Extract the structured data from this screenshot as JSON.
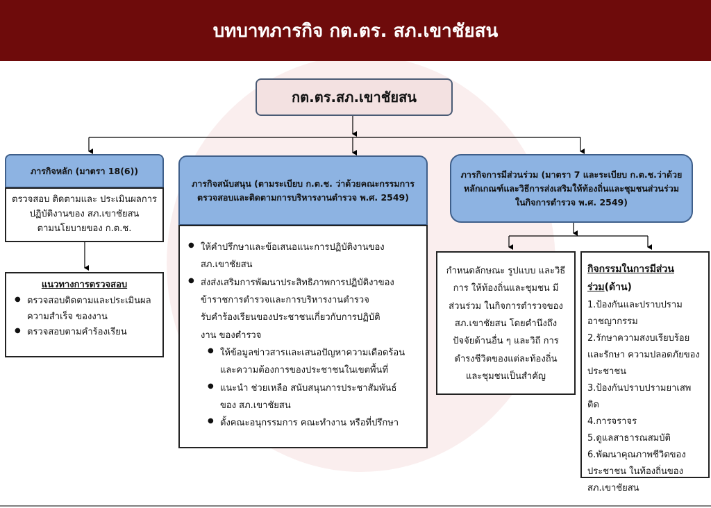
{
  "header": {
    "title": "บทบาทภารกิจ กต.ตร. สภ.เขาชัยสน"
  },
  "root": {
    "label": "กต.ตร.สภ.เขาชัยสน"
  },
  "main_mission": {
    "title": "ภารกิจหลัก (มาตรา 18(6))",
    "body": [
      "ตรวจสอบ ติดตามและ ประเมินผลการ",
      "ปฏิบัติงานของ สภ.เขาชัยสน",
      "ตามนโยบายของ ก.ต.ช."
    ],
    "guide": {
      "title": "แนวทางการตรวจสอบ",
      "items": [
        "ตรวจสอบติดตามและประเมินผล ความสำเร็จ ของงาน",
        "ตรวจสอบตามคำร้องเรียน"
      ]
    }
  },
  "support_mission": {
    "title": "ภารกิจสนับสนุน (ตามระเบียบ ก.ต.ช. ว่าด้วยคณะกรรมการตรวจสอบและติดตามการบริหารงานตำรวจ พ.ศ. 2549)",
    "items": [
      "ให้คำปรึกษาและข้อเสนอแนะการปฏิบัติงานของ สภ.เขาชัยสน",
      "ส่งส่งเสริมการพัฒนาประสิทธิภาพการปฏิบัติงาของข้าราชการตำรวจและการบริหารงานตำรวจ"
    ],
    "note": "รับคำร้องเรียนของประชาชนเกี่ยวกับการปฏิบัติงาน ของตำรวจ",
    "subitems": [
      "ให้ข้อมูลข่าวสารและเสนอปัญหาความเดือดร้อน และความต้องการของประชาชนในเขตพื้นที่",
      "แนะนำ ช่วยเหลือ สนับสนุนการประชาสัมพันธ์ ของ สภ.เขาชัยสน",
      "ตั้งคณะอนุกรรมการ คณะทำงาน หรือที่ปรึกษา"
    ]
  },
  "participation": {
    "title": "ภารกิจการมีส่วนร่วม (มาตรา 7 และระเบียบ ก.ต.ช.ว่าด้วยหลักเกณฑ์และวิธีการส่งเสริมให้ท้องถิ่นและชุมชนส่วนร่วม ในกิจการตำรวจ พ.ศ. 2549)",
    "body": "กำหนดลักษณะ รูปแบบ และวิธีการ ให้ท้องถิ่นและชุมชน มีส่วนร่วม ในกิจการตำรวจของ สภ.เขาชัยสน โดยคำนึงถึงปัจจัยด้านอื่น ๆ และวิถี การดำรงชีวิตของแต่ละท้องถิ่น และชุมชนเป็นสำคัญ",
    "activities": {
      "title": "กิจกรรมในการมีส่วนร่วม",
      "title_suffix": "(ด้าน)",
      "items": [
        "1.ป้องกันและปราบปราม อาชญากรรม",
        "2.รักษาความสงบเรียบร้อยและรักษา ความปลอดภัยของประชาชน",
        "3.ป้องกันปราบปรามยาเสพติด",
        "4.การจราจร",
        "5.ดูแลสาธารณสมบัติ",
        "6.พัฒนาคุณภาพชีวิตของประชาชน ในท้องถิ่นของ สภ.เขาชัยสน"
      ]
    }
  }
}
